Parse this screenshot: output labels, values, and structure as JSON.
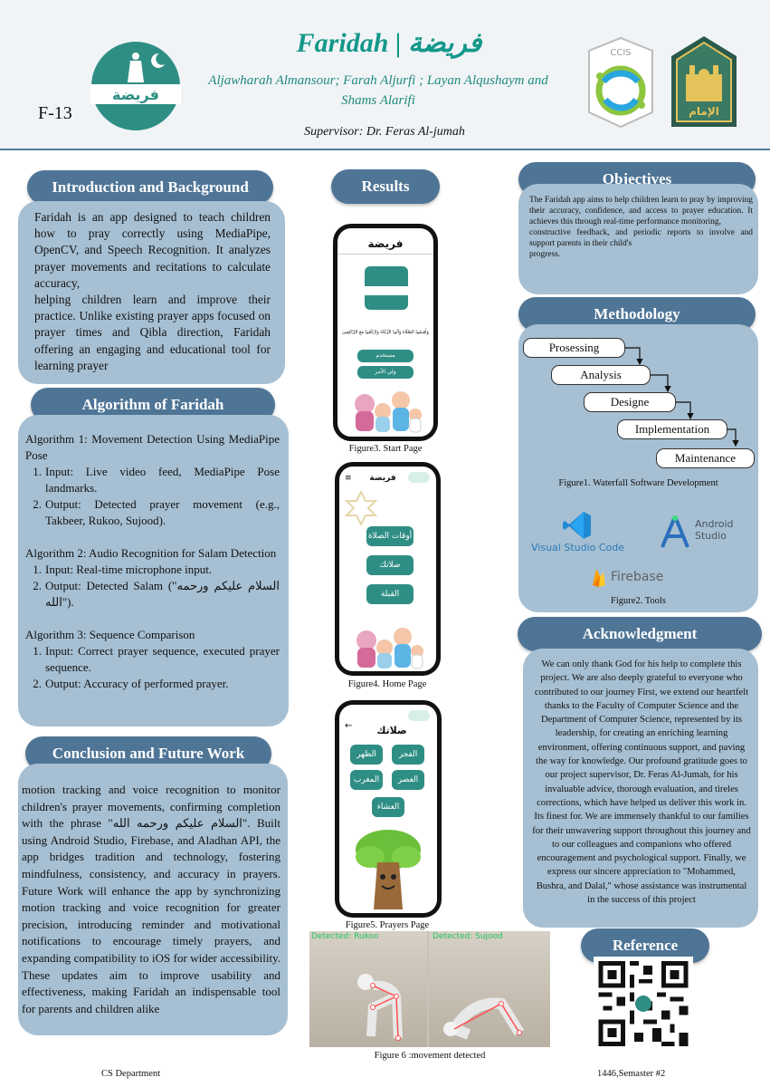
{
  "header": {
    "code": "F-13",
    "title": "Faridah | فريضة",
    "authors_line1": "Aljawharah Almansour; Farah Aljurfi ; Layan Alqushaym and",
    "authors_line2": "Shams Alarifi",
    "supervisor": "Supervisor: Dr. Feras Al-jumah",
    "app_logo_text": "فريضة",
    "ccis_label": "CCIS",
    "imam_label": "الإمام"
  },
  "intro": {
    "heading": "Introduction and Background",
    "p1": "Faridah is an app designed to teach children how to pray correctly using MediaPipe, OpenCV, and Speech Recognition. It analyzes prayer movements and recitations to calculate accuracy,",
    "p2": "helping children learn and improve their practice. Unlike existing prayer apps focused on prayer times and Qibla direction, Faridah offering an engaging and educational tool for learning prayer"
  },
  "algorithm": {
    "heading": "Algorithm of Faridah",
    "a1_title": "Algorithm 1: Movement Detection Using MediaPipe Pose",
    "a1_items": [
      "Input: Live video feed, MediaPipe Pose landmarks.",
      "Output: Detected prayer movement (e.g., Takbeer, Rukoo, Sujood)."
    ],
    "a2_title": "Algorithm 2: Audio Recognition for Salam Detection",
    "a2_items": [
      "Input: Real-time microphone input.",
      "Output: Detected Salam (\"السلام عليكم ورحمه الله\")."
    ],
    "a3_title": "Algorithm 3: Sequence Comparison",
    "a3_items": [
      "Input: Correct prayer sequence, executed prayer sequence.",
      "Output: Accuracy of performed prayer."
    ]
  },
  "conclusion": {
    "heading": "Conclusion and Future Work",
    "text": "motion tracking and voice recognition to monitor children's prayer movements, confirming completion with the phrase \"السلام عليكم ورحمه الله\". Built using Android Studio, Firebase, and Aladhan API, the app bridges tradition and technology, fostering mindfulness, consistency, and accuracy in prayers. Future Work will enhance the app by synchronizing motion tracking and voice recognition for greater precision, introducing reminder and motivational notifications to encourage timely prayers, and expanding compatibility to iOS for wider accessibility. These updates aim to improve usability and effectiveness, making Faridah an indispensable tool for parents and children alike"
  },
  "results": {
    "heading": "Results",
    "fig3_caption": "Figure3. Start Page",
    "fig4_caption": "Figure4. Home Page",
    "fig5_caption": "Figure5. Prayers Page",
    "fig6_caption": "Figure 6 :movement detected",
    "start_title": "فريضة",
    "start_verse": "وَأَقِيمُوا الصَّلَاةَ وَآتُوا الزَّكَاةَ وَارْكَعُوا مَعَ الرَّاكِعِينَ",
    "start_btn1": "مستخدم",
    "start_btn2": "ولي الأمر",
    "home_title": "فريضة",
    "home_buttons": [
      "أوقات الصلاة",
      "صلاتك",
      "القبلة"
    ],
    "prayers_title": "صلاتك",
    "prayers": [
      "الفجر",
      "الظهر",
      "العصر",
      "المغرب",
      "العشاء"
    ],
    "detect_left": "Detected: Rukoo",
    "detect_right": "Detected: Sujood"
  },
  "objectives": {
    "heading": "Objectives",
    "line1": "The Faridah app aims to help children learn to pray by improving their accuracy, confidence, and access to prayer education. It achieves this through real-time performance monitoring,",
    "line2": "constructive feedback, and periodic reports to involve and support parents in their child's",
    "line3": "progress."
  },
  "methodology": {
    "heading": "Methodology",
    "steps": [
      "Prosessing",
      "Analysis",
      "Designe",
      "Implementation",
      "Maintenance"
    ],
    "fig1_caption": "Figure1. Waterfall Software Development",
    "tools": [
      "Visual Studio Code",
      "Android Studio",
      "Firebase"
    ],
    "fig2_caption": "Figure2. Tools"
  },
  "acknowledgment": {
    "heading": "Acknowledgment",
    "text": "We can only thank God for his help to complete this project. We are also deeply grateful to everyone who contributed to our journey First, we extend our heartfelt thanks to the Faculty of Computer Science and the Department of Computer Science, represented by its leadership, for creating an enriching learning environment, offering continuous support, and paving the way for knowledge. Our profound gratitude goes to our project supervisor, Dr. Feras Al-Jumah, for his invaluable advice, thorough evaluation, and tireles corrections, which have helped us deliver this work in. Its finest for. We are immensely thankful to our families for their unwavering support throughout this journey and to our colleagues and companions who offered encouragement and psychological support. Finally, we express our sincere appreciation to \"Mohammed, Bushra, and Dalal,\" whose assistance was instrumental in the success of this project"
  },
  "reference": {
    "heading": "Reference"
  },
  "footer": {
    "left": "CS Department",
    "right": "1446,Semaster #2"
  },
  "colors": {
    "pill": "#4f7596",
    "panel": "#a6bfd2",
    "title": "#14988a",
    "app_green": "#2f8e84"
  }
}
